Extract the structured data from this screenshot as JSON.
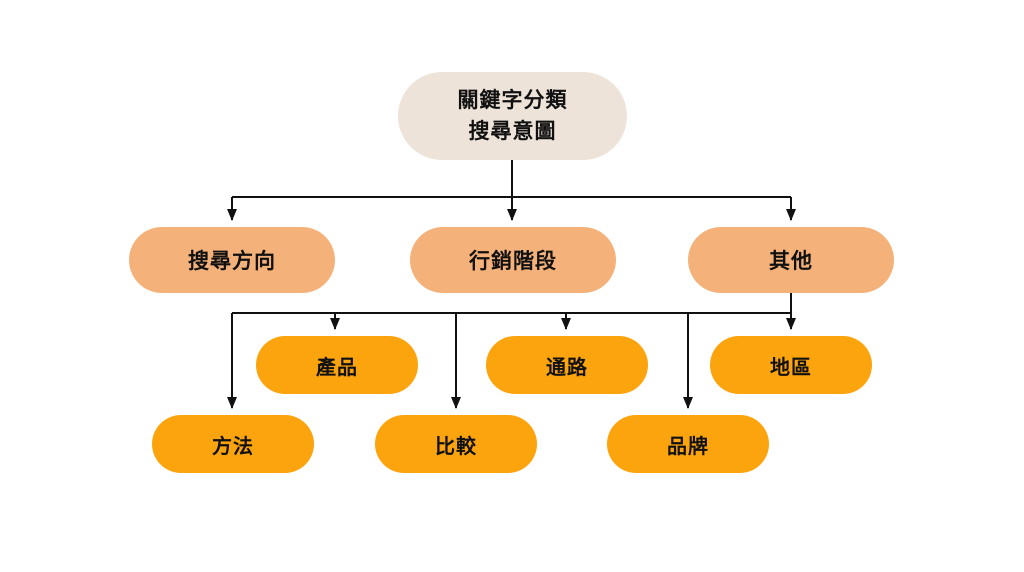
{
  "diagram": {
    "root": {
      "label_line1": "關鍵字分類",
      "label_line2": "搜尋意圖"
    },
    "level2": [
      {
        "label": "搜尋方向"
      },
      {
        "label": "行銷階段"
      },
      {
        "label": "其他"
      }
    ],
    "level3": [
      {
        "label": "產品"
      },
      {
        "label": "通路"
      },
      {
        "label": "地區"
      }
    ],
    "level4": [
      {
        "label": "方法"
      },
      {
        "label": "比較"
      },
      {
        "label": "品牌"
      }
    ],
    "colors": {
      "background": "#FFFFFF",
      "root_fill": "#EDE3D8",
      "level2_fill": "#F4B27A",
      "level3_fill": "#FCA40D",
      "text": "#111111",
      "connector": "#111111"
    }
  }
}
